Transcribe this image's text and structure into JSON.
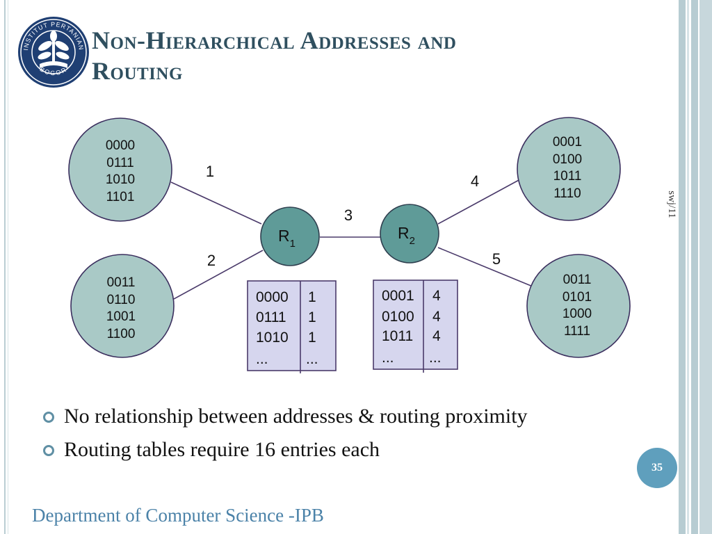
{
  "slide": {
    "title_line1": "Non-Hierarchical Addresses and",
    "title_line2": "Routing",
    "side_tag": "swj/11",
    "page_number": "35",
    "footer": "Department of Computer Science -IPB"
  },
  "logo": {
    "ring_text_top": "INSTITUT PERTANIAN",
    "ring_text_bottom": "BOGOR"
  },
  "diagram": {
    "hosts": [
      {
        "id": "host-top-left",
        "addresses": [
          "0000",
          "0111",
          "1010",
          "1101"
        ]
      },
      {
        "id": "host-bottom-left",
        "addresses": [
          "0011",
          "0110",
          "1001",
          "1100"
        ]
      },
      {
        "id": "host-top-right",
        "addresses": [
          "0001",
          "0100",
          "1011",
          "1110"
        ]
      },
      {
        "id": "host-bottom-right",
        "addresses": [
          "0011",
          "0101",
          "1000",
          "1111"
        ]
      }
    ],
    "routers": [
      {
        "id": "router-r1",
        "label": "R",
        "sub": "1"
      },
      {
        "id": "router-r2",
        "label": "R",
        "sub": "2"
      }
    ],
    "link_labels": [
      "1",
      "2",
      "3",
      "4",
      "5"
    ],
    "tables": [
      {
        "id": "r1-routing-table",
        "rows": [
          [
            "0000",
            "1"
          ],
          [
            "0111",
            "1"
          ],
          [
            "1010",
            "1"
          ],
          [
            "...",
            "..."
          ]
        ]
      },
      {
        "id": "r2-routing-table",
        "rows": [
          [
            "0001",
            "4"
          ],
          [
            "0100",
            "4"
          ],
          [
            "1011",
            "4"
          ],
          [
            "...",
            "..."
          ]
        ]
      }
    ]
  },
  "bullets": [
    "No relationship between addresses & routing proximity",
    "Routing tables require 16 entries each"
  ],
  "colors": {
    "title": "#2f4f5f",
    "host_fill": "#a9c9c6",
    "router_fill": "#5f9b98",
    "table_fill": "#d6d6ee",
    "link": "#4a3a6a",
    "bullet_ring": "#5f8fa4",
    "footer": "#4b82a8",
    "page_badge": "#5f9fbd"
  }
}
